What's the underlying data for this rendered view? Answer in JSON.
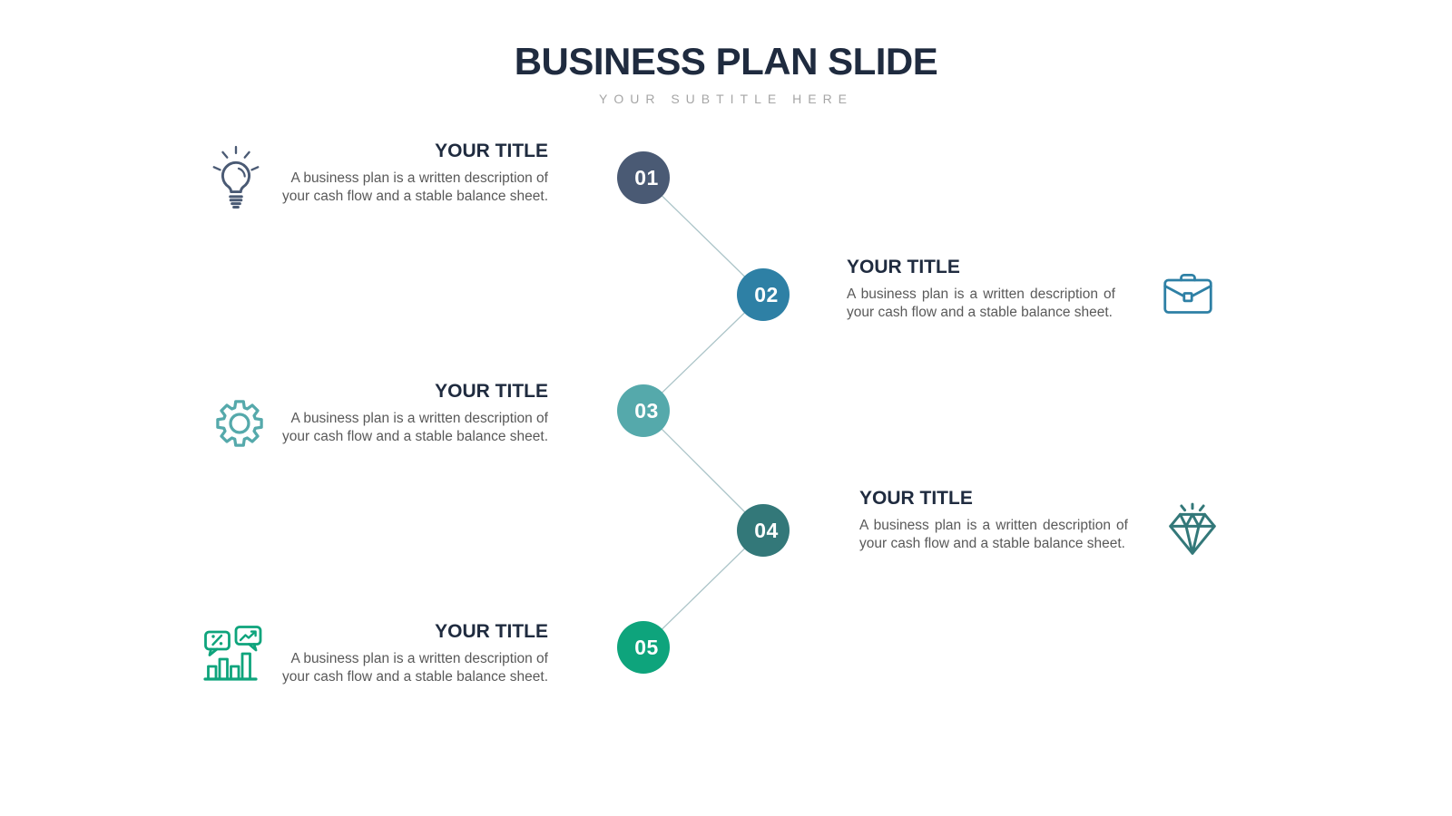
{
  "slide": {
    "title": "BUSINESS PLAN SLIDE",
    "subtitle": "YOUR SUBTITLE HERE"
  },
  "items": [
    {
      "number": "01",
      "title": "YOUR TITLE",
      "description": "A business plan is a written description of your cash flow and a stable balance sheet.",
      "icon": "lightbulb-icon",
      "color": "#4a5a74",
      "side": "left"
    },
    {
      "number": "02",
      "title": "YOUR TITLE",
      "description": "A business plan is a written description of your cash flow and a stable balance sheet.",
      "icon": "briefcase-icon",
      "color": "#2e80a5",
      "side": "right"
    },
    {
      "number": "03",
      "title": "YOUR TITLE",
      "description": "A business plan is a written description of your cash flow and a stable balance sheet.",
      "icon": "gear-icon",
      "color": "#55a9ab",
      "side": "left"
    },
    {
      "number": "04",
      "title": "YOUR TITLE",
      "description": "A business plan is a written description of your cash flow and a stable balance sheet.",
      "icon": "diamond-icon",
      "color": "#337879",
      "side": "right"
    },
    {
      "number": "05",
      "title": "YOUR TITLE",
      "description": "A business plan is a written description of your cash flow and a stable balance sheet.",
      "icon": "chart-bubbles-icon",
      "color": "#0ea47c",
      "side": "left"
    }
  ],
  "colors": {
    "title_text": "#1f2b3f",
    "subtitle_text": "#a6a6a6",
    "body_text": "#595959",
    "connector": "#abc4c8",
    "number_text": "#ffffff"
  }
}
